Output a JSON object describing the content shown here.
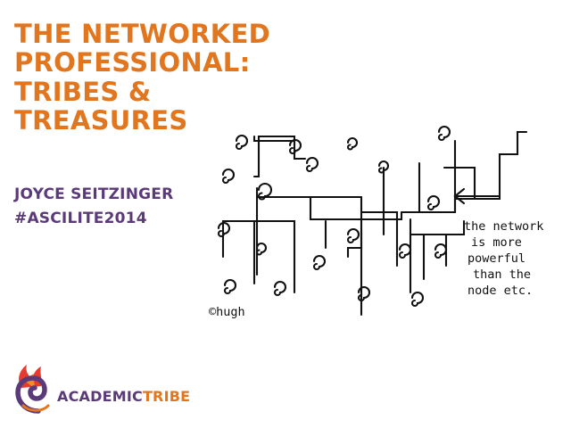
{
  "slide": {
    "title_lines": [
      "THE NETWORKED",
      "PROFESSIONAL:",
      "TRIBES &",
      "TREASURES"
    ],
    "author": "JOYCE SEITZINGER",
    "hashtag": "#ASCILITE2014"
  },
  "sketch": {
    "caption_lines": [
      "the network",
      "is more",
      "powerful",
      "than the",
      "node etc."
    ],
    "credit": "©hugh"
  },
  "brand": {
    "name_part1": "ACADEMIC",
    "name_part2": "TRIBE",
    "colors": {
      "orange": "#e2761f",
      "purple": "#5b3a7a",
      "red": "#e63b2e"
    }
  }
}
